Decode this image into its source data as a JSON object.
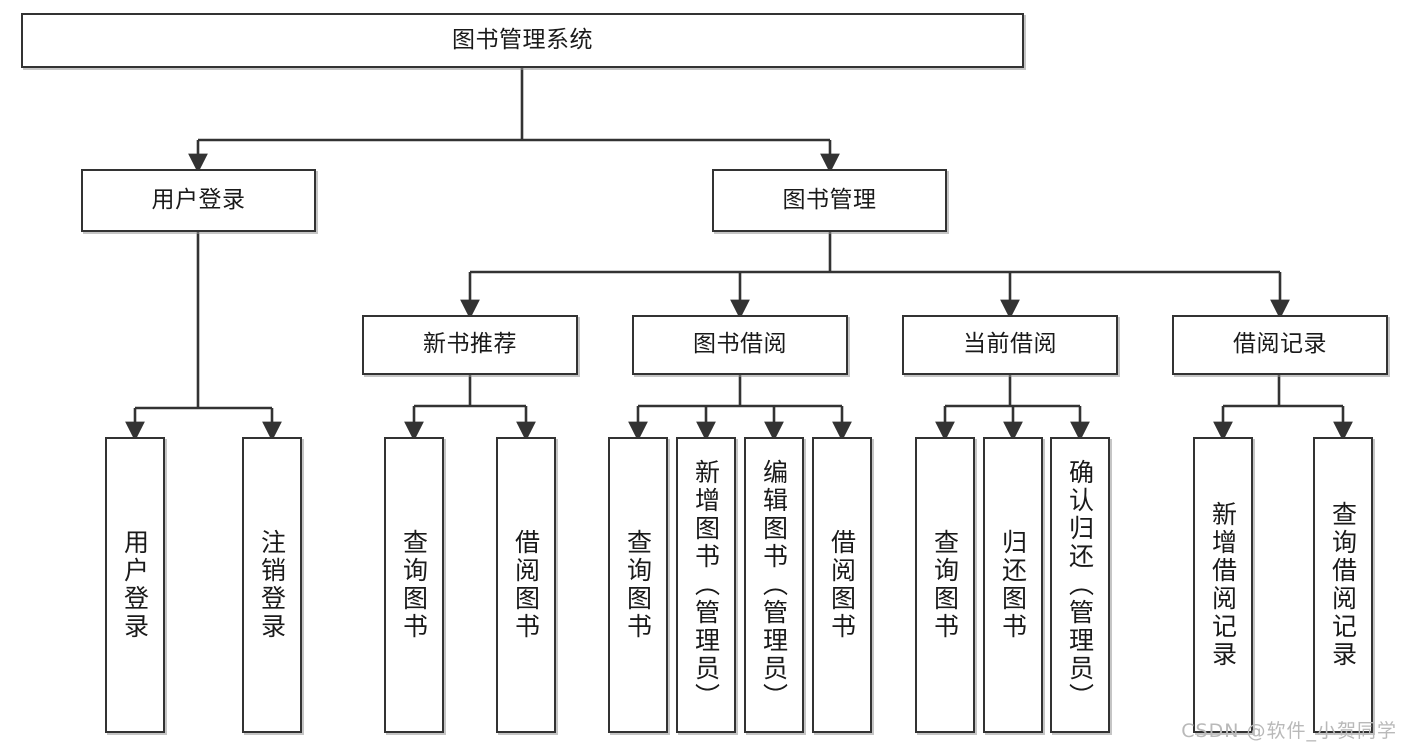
{
  "diagram": {
    "title": "图书管理系统",
    "type": "tree-hierarchy",
    "watermark": "CSDN @软件_小贺同学",
    "colors": {
      "border": "#333333",
      "fill": "#ffffff",
      "text": "#1a1a1a",
      "watermark": "#b9b9b9"
    },
    "nodes": {
      "root": {
        "label": "图书管理系统"
      },
      "level2": [
        {
          "label": "用户登录"
        },
        {
          "label": "图书管理"
        }
      ],
      "level3": [
        {
          "label": "新书推荐"
        },
        {
          "label": "图书借阅"
        },
        {
          "label": "当前借阅"
        },
        {
          "label": "借阅记录"
        }
      ],
      "leaves_user_login": [
        {
          "label": "用户登录"
        },
        {
          "label": "注销登录"
        }
      ],
      "leaves_new_book": [
        {
          "label": "查询图书"
        },
        {
          "label": "借阅图书"
        }
      ],
      "leaves_borrow": [
        {
          "label": "查询图书"
        },
        {
          "label": "新增图书（管理员）"
        },
        {
          "label": "编辑图书（管理员）"
        },
        {
          "label": "借阅图书"
        }
      ],
      "leaves_current": [
        {
          "label": "查询图书"
        },
        {
          "label": "归还图书"
        },
        {
          "label": "确认归还（管理员）"
        }
      ],
      "leaves_records": [
        {
          "label": "新增借阅记录"
        },
        {
          "label": "查询借阅记录"
        }
      ]
    }
  }
}
